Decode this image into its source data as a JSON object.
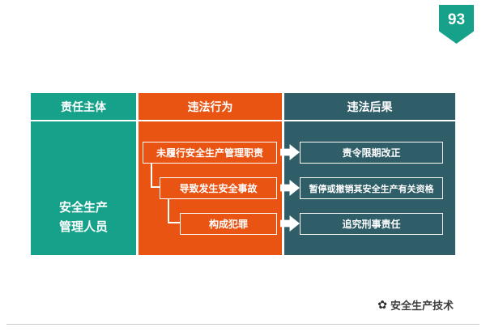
{
  "page": {
    "badge": "93",
    "footer_brand": "安全生产技术",
    "footer_icon": "flower-icon"
  },
  "colors": {
    "teal": "#16A28A",
    "orange": "#EA5413",
    "dark_teal": "#2F5D68",
    "box_border_and_text": "#FFFFFF"
  },
  "table": {
    "headers": [
      {
        "label": "责任主体"
      },
      {
        "label": "违法行为"
      },
      {
        "label": "违法后果"
      }
    ],
    "subject_line1": "安全生产",
    "subject_line2": "管理人员",
    "rows": [
      {
        "behavior": "未履行安全生产管理职责",
        "consequence": "责令限期改正"
      },
      {
        "behavior": "导致发生安全事故",
        "consequence": "暂停或撤销其安全生产有关资格"
      },
      {
        "behavior": "构成犯罪",
        "consequence": "追究刑事责任"
      }
    ]
  }
}
